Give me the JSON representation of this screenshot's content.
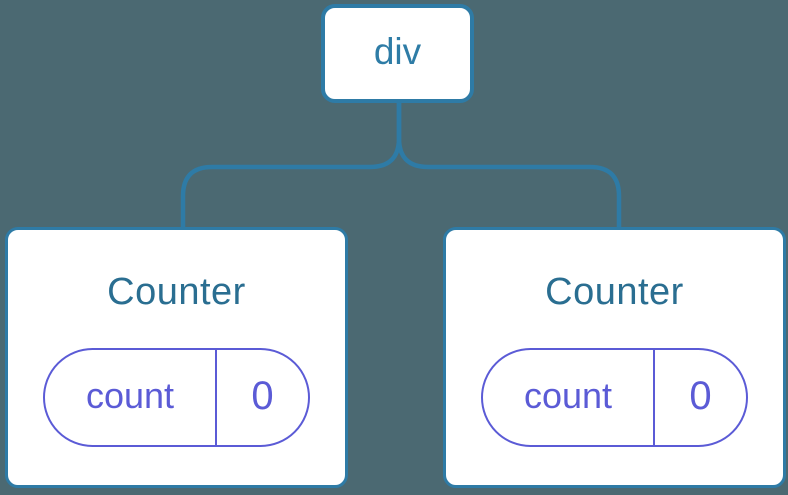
{
  "diagram": {
    "type": "component-tree",
    "colors": {
      "background": "#4B6972",
      "node_fill": "#FFFFFF",
      "tree_accent_blue": "#2E7BA6",
      "title_blue": "#2A6E91",
      "state_purple": "#5B5BD6"
    },
    "root": {
      "label": "div"
    },
    "children": [
      {
        "title": "Counter",
        "state": {
          "key": "count",
          "value": "0"
        }
      },
      {
        "title": "Counter",
        "state": {
          "key": "count",
          "value": "0"
        }
      }
    ]
  }
}
